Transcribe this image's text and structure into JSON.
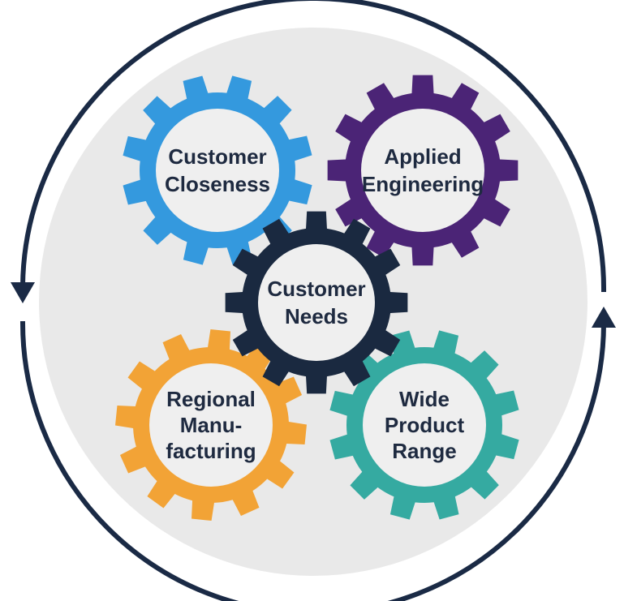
{
  "colors": {
    "background_circle": "#e9e9e9",
    "cycle_ring": "#1a2a45",
    "gear_fill": "#efefef",
    "text": "#1e2a40"
  },
  "gears": [
    {
      "id": "customer-closeness",
      "lines": [
        "Customer",
        "Closeness"
      ],
      "color": "#3499de"
    },
    {
      "id": "applied-engineering",
      "lines": [
        "Applied",
        "Engineering"
      ],
      "color": "#4b2476"
    },
    {
      "id": "regional-manufacturing",
      "lines": [
        "Regional",
        "Manu-",
        "facturing"
      ],
      "color": "#f2a336"
    },
    {
      "id": "wide-product-range",
      "lines": [
        "Wide",
        "Product",
        "Range"
      ],
      "color": "#35aaa1"
    },
    {
      "id": "customer-needs",
      "lines": [
        "Customer",
        "Needs"
      ],
      "color": "#1a2940"
    }
  ],
  "cycle": {
    "left_arrow_icon": "arrow-down-icon",
    "right_arrow_icon": "arrow-up-icon"
  }
}
